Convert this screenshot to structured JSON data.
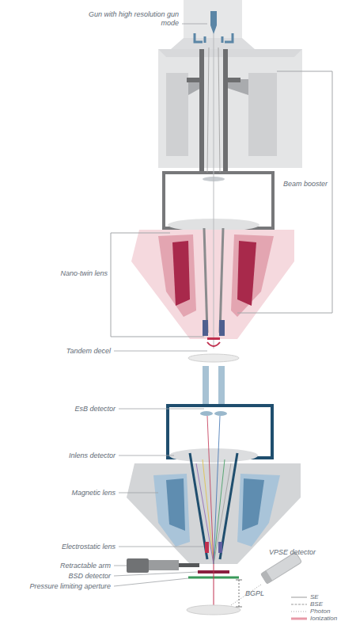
{
  "diagram": {
    "labels": [
      "Gun with high resolution gun mode",
      "Beam booster",
      "Nano-twin lens",
      "Tandem decel",
      "EsB detector",
      "Inlens detector",
      "Magnetic lens",
      "Electrostatic lens",
      "Retractable arm",
      "BSD detector",
      "Pressure limiting aperture",
      "VPSE detector",
      "BGPL"
    ],
    "legend": [
      {
        "text": "SE"
      },
      {
        "text": "BSE"
      },
      {
        "text": "Photon"
      },
      {
        "text": "Ionization"
      }
    ]
  }
}
